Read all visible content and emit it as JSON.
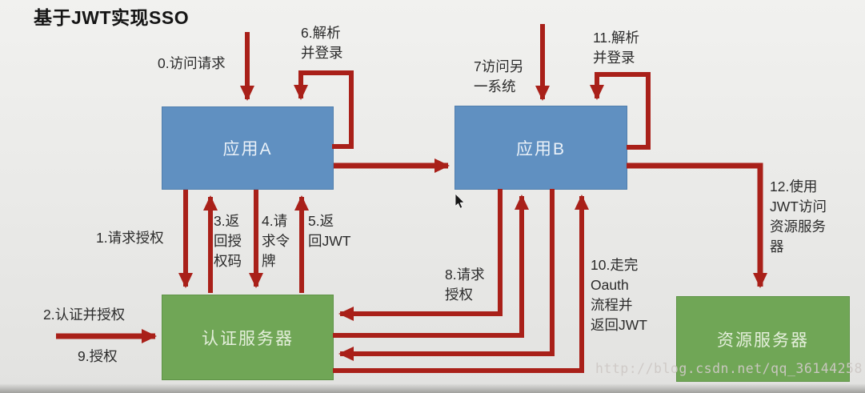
{
  "title": "基于JWT实现SSO",
  "watermark": "http://blog.csdn.net/qq_36144258",
  "colors": {
    "arrow": "#a92019",
    "app_box": "#6090c1",
    "server_box": "#70a656",
    "background": "#e9e9e7",
    "label_text": "#2b2b2b"
  },
  "nodes": {
    "app_a": {
      "label": "应用A",
      "type": "application"
    },
    "app_b": {
      "label": "应用B",
      "type": "application"
    },
    "auth_server": {
      "label": "认证服务器",
      "type": "server"
    },
    "resource_server": {
      "label": "资源服务器",
      "type": "server"
    }
  },
  "steps": {
    "s0": {
      "label": "0.访问请求",
      "to": "应用A"
    },
    "s1": {
      "label": "1.请求授权",
      "from": "应用A",
      "to": "认证服务器"
    },
    "s2": {
      "label": "2.认证并授权",
      "to": "认证服务器"
    },
    "s3": {
      "label": "3.返\n回授\n权码",
      "from": "认证服务器",
      "to": "应用A"
    },
    "s4": {
      "label": "4.请\n求令\n牌",
      "from": "应用A",
      "to": "认证服务器"
    },
    "s5": {
      "label": "5.返\n回JWT",
      "from": "认证服务器",
      "to": "应用A"
    },
    "s6": {
      "label": "6.解析\n并登录",
      "from": "应用A",
      "to": "应用A"
    },
    "s7": {
      "label": "7访问另\n一系统",
      "to": "应用B"
    },
    "s8": {
      "label": "8.请求\n授权",
      "from": "应用B",
      "to": "认证服务器"
    },
    "s9": {
      "label": "9.授权",
      "to": "认证服务器"
    },
    "s10": {
      "label": "10.走完\nOauth\n流程并\n返回JWT",
      "from": "认证服务器",
      "to": "应用B"
    },
    "s11": {
      "label": "11.解析\n并登录",
      "from": "应用B",
      "to": "应用B"
    },
    "s12": {
      "label": "12.使用\nJWT访问\n资源服务\n器",
      "from": "应用B",
      "to": "资源服务器"
    }
  }
}
